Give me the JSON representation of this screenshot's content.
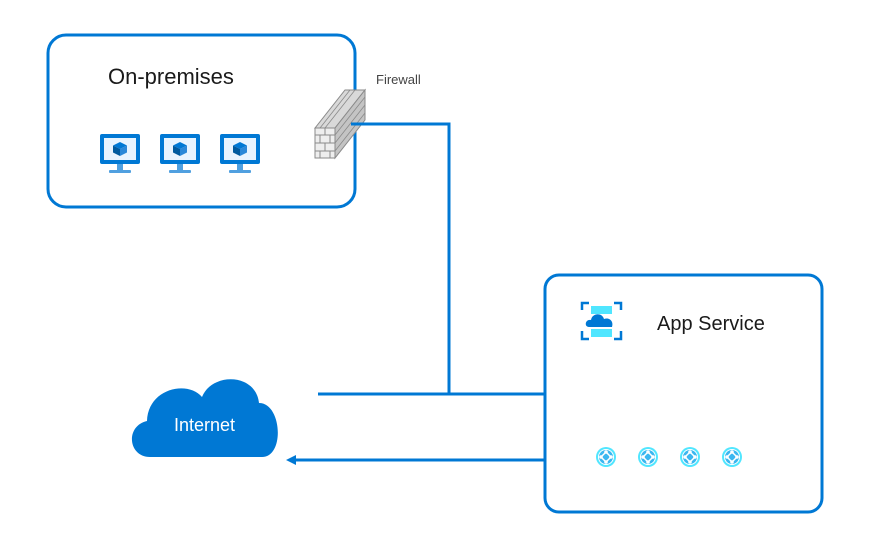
{
  "onprem": {
    "title": "On-premises",
    "vm_count": 3,
    "icon": "virtual-machine-icon"
  },
  "firewall": {
    "label": "Firewall",
    "icon": "firewall-icon"
  },
  "appservice": {
    "title": "App Service",
    "icon": "app-service-icon",
    "instance_count": 4,
    "instance_icon": "web-app-instance-icon"
  },
  "internet": {
    "label": "Internet",
    "icon": "cloud-icon"
  },
  "colors": {
    "accent": "#0078d4",
    "light_blue": "#50e6ff",
    "firewall_gray": "#b3b3b3",
    "box_border": "#0078d4",
    "text": "#1a1a1a"
  }
}
